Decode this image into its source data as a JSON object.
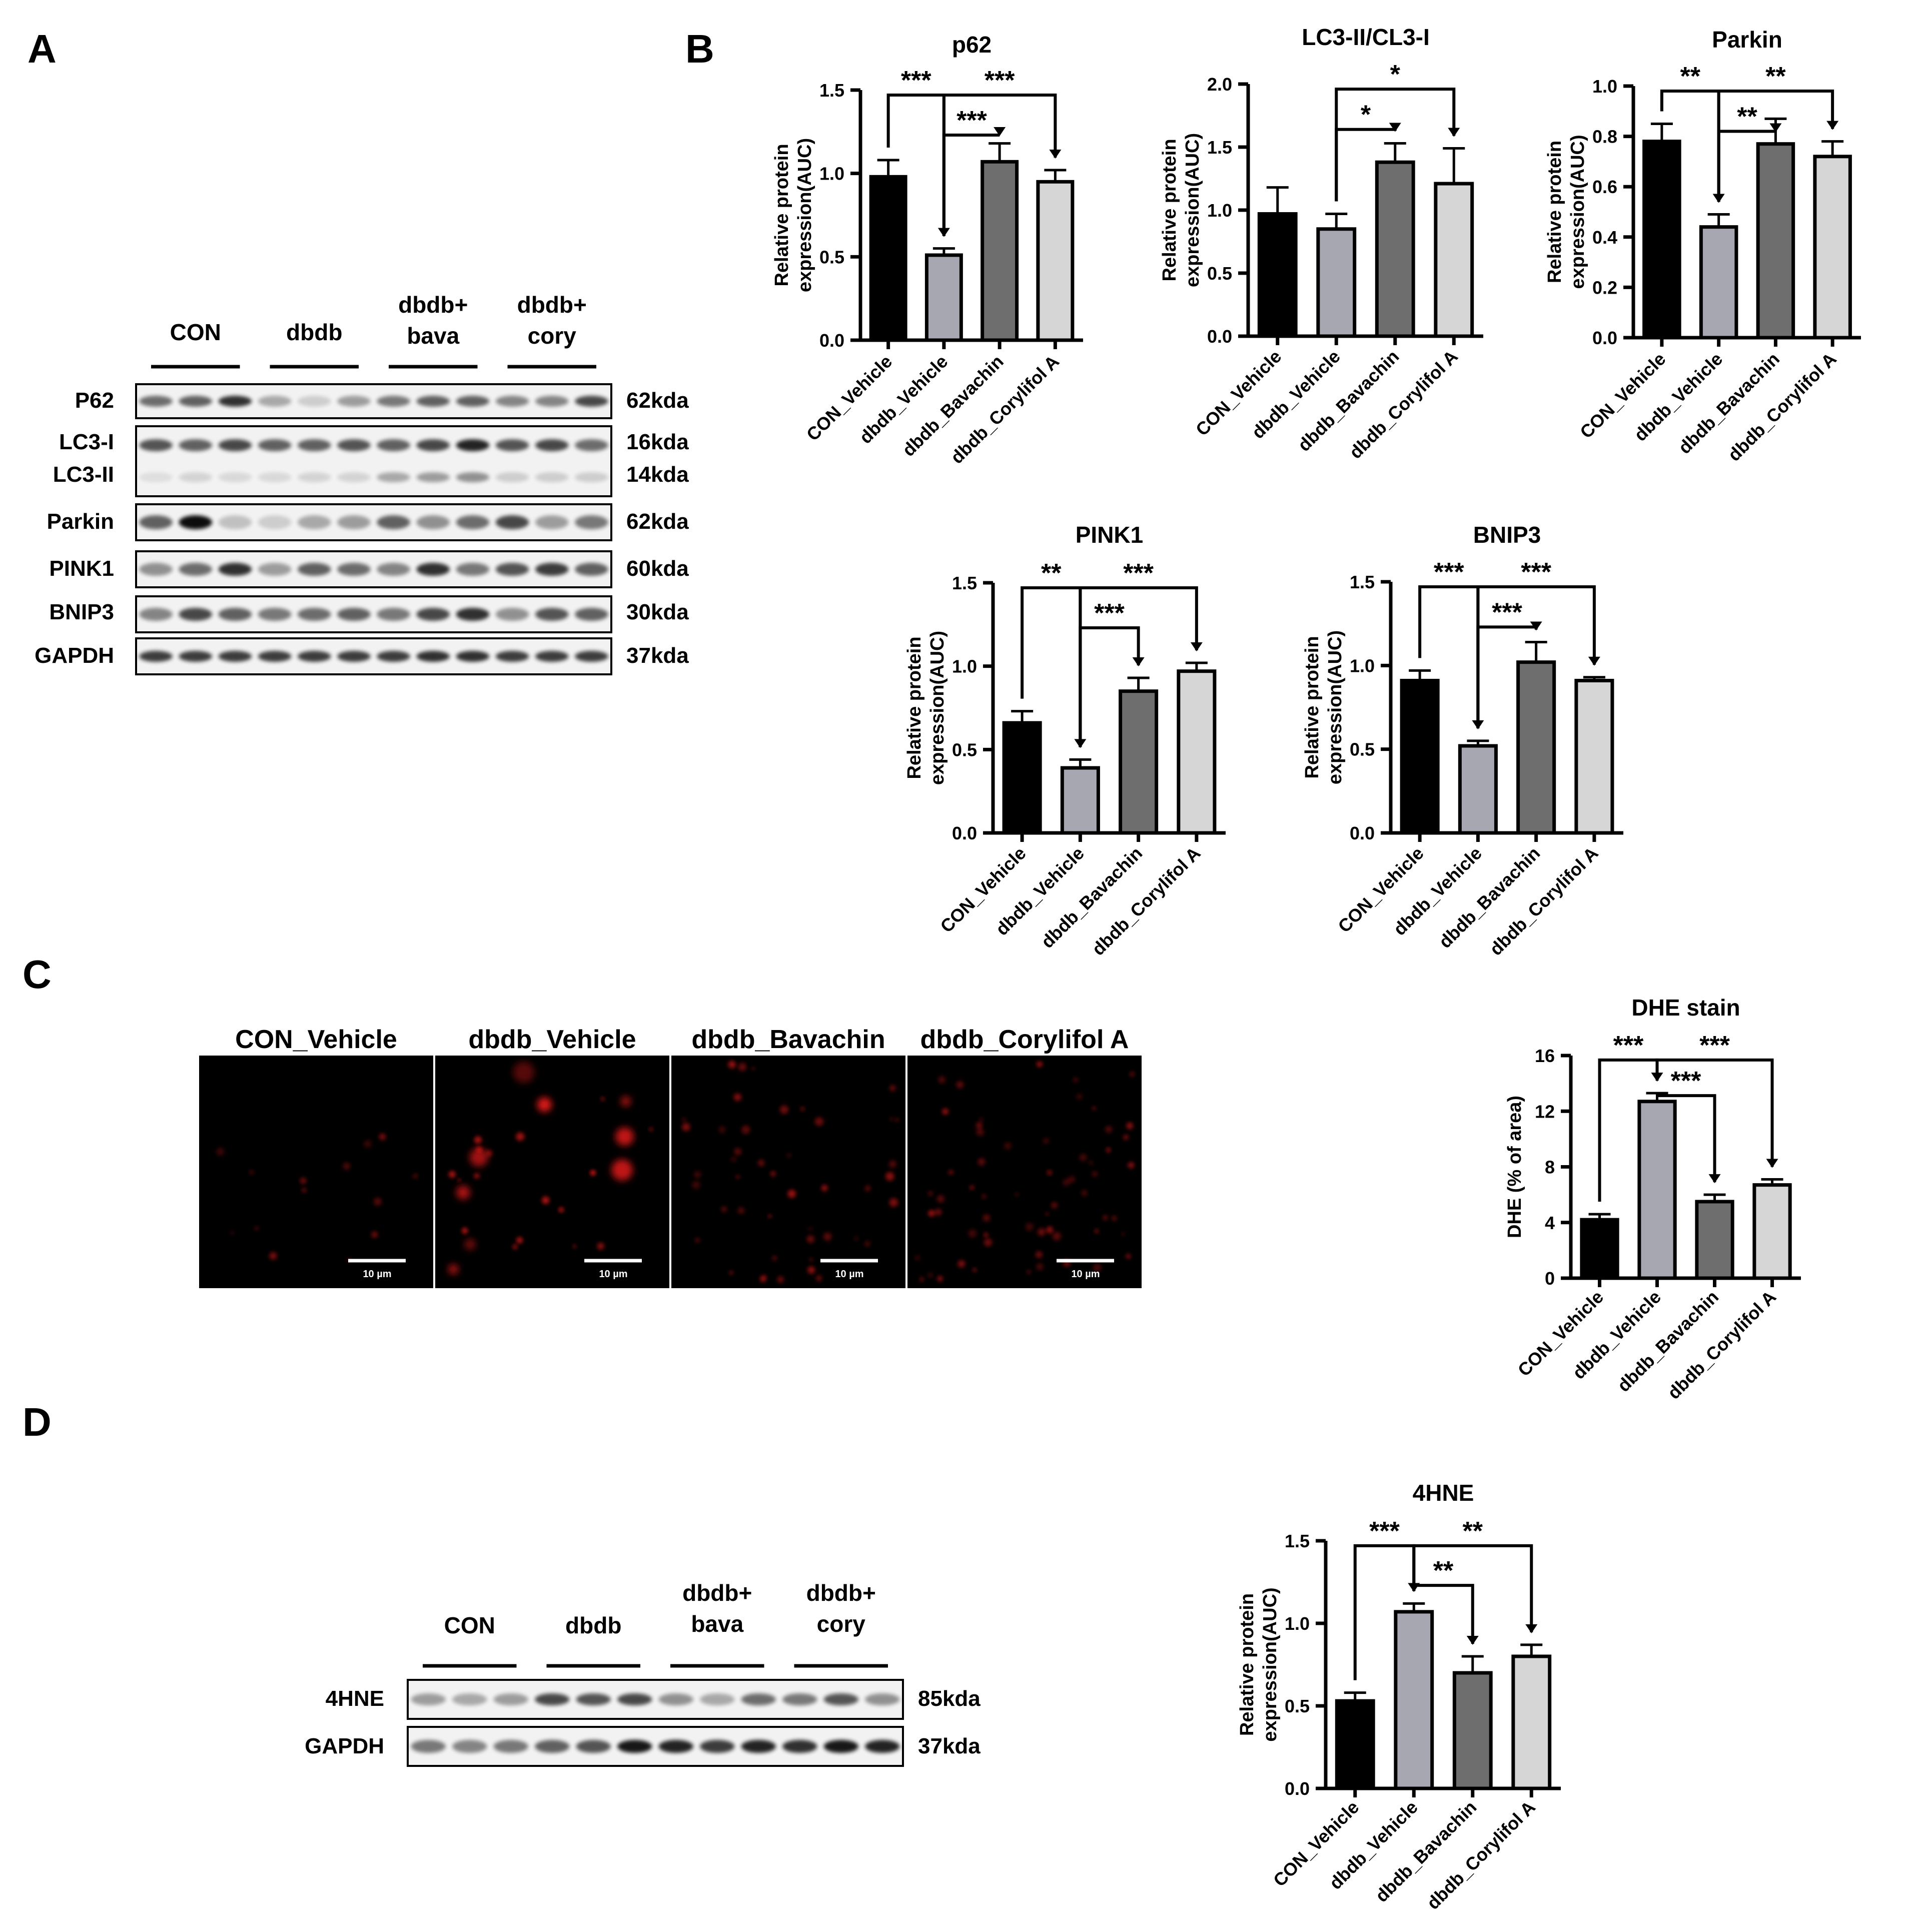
{
  "panel_labels": {
    "A": "A",
    "B": "B",
    "C": "C",
    "D": "D"
  },
  "colors": {
    "con": "#000000",
    "dbdb": "#a7a7b1",
    "bava": "#6e6e6e",
    "cory": "#d6d6d6",
    "fluor": "#ff1a1a"
  },
  "blot_A": {
    "groups": [
      "CON",
      "dbdb",
      "dbdb+\nbava",
      "dbdb+\ncory"
    ],
    "rows": [
      {
        "label": "P62",
        "kda": "62kda"
      },
      {
        "label": "LC3-I",
        "kda": "16kda"
      },
      {
        "label": "LC3-II",
        "kda": "14kda"
      },
      {
        "label": "Parkin",
        "kda": "62kda"
      },
      {
        "label": "PINK1",
        "kda": "60kda"
      },
      {
        "label": "BNIP3",
        "kda": "30kda"
      },
      {
        "label": "GAPDH",
        "kda": "37kda"
      }
    ]
  },
  "blot_D": {
    "groups": [
      "CON",
      "dbdb",
      "dbdb+\nbava",
      "dbdb+\ncory"
    ],
    "rows": [
      {
        "label": "4HNE",
        "kda": "85kda"
      },
      {
        "label": "GAPDH",
        "kda": "37kda"
      }
    ]
  },
  "micrographs": {
    "titles": [
      "CON_Vehicle",
      "dbdb_Vehicle",
      "dbdb_Bavachin",
      "dbdb_Corylifol A"
    ],
    "scale_bar": "10 µm"
  },
  "chart_data": [
    {
      "id": "p62",
      "type": "bar",
      "title": "p62",
      "ylabel": "Relative protein\nexpression(AUC)",
      "categories": [
        "CON_Vehicle",
        "dbdb_Vehicle",
        "dbdb_Bavachin",
        "dbdb_Corylifol A"
      ],
      "values": [
        0.98,
        0.51,
        1.07,
        0.95
      ],
      "errors": [
        0.1,
        0.04,
        0.11,
        0.07
      ],
      "ylim": [
        0,
        1.5
      ],
      "yticks": [
        "0.0",
        "0.5",
        "1.0",
        "1.5"
      ],
      "brackets": [
        {
          "from": 0,
          "to": 1,
          "label": "***"
        },
        {
          "from": 1,
          "to": 3,
          "label": "***"
        },
        {
          "from": 1,
          "to": 2,
          "label": "***"
        }
      ]
    },
    {
      "id": "lc3",
      "type": "bar",
      "title": "LC3-II/CL3-I",
      "ylabel": "Relative protein\nexpression(AUC)",
      "categories": [
        "CON_Vehicle",
        "dbdb_Vehicle",
        "dbdb_Bavachin",
        "dbdb_Corylifol A"
      ],
      "values": [
        0.97,
        0.85,
        1.38,
        1.21
      ],
      "errors": [
        0.21,
        0.12,
        0.15,
        0.28
      ],
      "ylim": [
        0,
        2.0
      ],
      "yticks": [
        "0.0",
        "0.5",
        "1.0",
        "1.5",
        "2.0"
      ],
      "brackets": [
        {
          "from": 1,
          "to": 3,
          "label": "*"
        },
        {
          "from": 1,
          "to": 2,
          "label": "*"
        }
      ]
    },
    {
      "id": "parkin",
      "type": "bar",
      "title": "Parkin",
      "ylabel": "Relative protein\nexpression(AUC)",
      "categories": [
        "CON_Vehicle",
        "dbdb_Vehicle",
        "dbdb_Bavachin",
        "dbdb_Corylifol A"
      ],
      "values": [
        0.78,
        0.44,
        0.77,
        0.72
      ],
      "errors": [
        0.07,
        0.05,
        0.1,
        0.06
      ],
      "ylim": [
        0,
        1.0
      ],
      "yticks": [
        "0.0",
        "0.2",
        "0.4",
        "0.6",
        "0.8",
        "1.0"
      ],
      "brackets": [
        {
          "from": 0,
          "to": 1,
          "label": "**"
        },
        {
          "from": 1,
          "to": 3,
          "label": "**"
        },
        {
          "from": 1,
          "to": 2,
          "label": "**"
        }
      ]
    },
    {
      "id": "pink1",
      "type": "bar",
      "title": "PINK1",
      "ylabel": "Relative protein\nexpression(AUC)",
      "categories": [
        "CON_Vehicle",
        "dbdb_Vehicle",
        "dbdb_Bavachin",
        "dbdb_Corylifol A"
      ],
      "values": [
        0.66,
        0.39,
        0.85,
        0.97
      ],
      "errors": [
        0.07,
        0.05,
        0.08,
        0.05
      ],
      "ylim": [
        0,
        1.5
      ],
      "yticks": [
        "0.0",
        "0.5",
        "1.0",
        "1.5"
      ],
      "brackets": [
        {
          "from": 0,
          "to": 1,
          "label": "**"
        },
        {
          "from": 1,
          "to": 3,
          "label": "***"
        },
        {
          "from": 1,
          "to": 2,
          "label": "***"
        }
      ]
    },
    {
      "id": "bnip3",
      "type": "bar",
      "title": "BNIP3",
      "ylabel": "Relative protein\nexpression(AUC)",
      "categories": [
        "CON_Vehicle",
        "dbdb_Vehicle",
        "dbdb_Bavachin",
        "dbdb_Corylifol A"
      ],
      "values": [
        0.91,
        0.52,
        1.02,
        0.91
      ],
      "errors": [
        0.06,
        0.03,
        0.12,
        0.02
      ],
      "ylim": [
        0,
        1.5
      ],
      "yticks": [
        "0.0",
        "0.5",
        "1.0",
        "1.5"
      ],
      "brackets": [
        {
          "from": 0,
          "to": 1,
          "label": "***"
        },
        {
          "from": 1,
          "to": 3,
          "label": "***"
        },
        {
          "from": 1,
          "to": 2,
          "label": "***"
        }
      ]
    },
    {
      "id": "dhe",
      "type": "bar",
      "title": "DHE stain",
      "ylabel": "DHE (% of area)",
      "categories": [
        "CON_Vehicle",
        "dbdb_Vehicle",
        "dbdb_Bavachin",
        "dbdb_Corylifol A"
      ],
      "values": [
        4.2,
        12.7,
        5.5,
        6.7
      ],
      "errors": [
        0.4,
        0.6,
        0.5,
        0.4
      ],
      "ylim": [
        0,
        16
      ],
      "yticks": [
        "0",
        "4",
        "8",
        "12",
        "16"
      ],
      "brackets": [
        {
          "from": 0,
          "to": 1,
          "label": "***"
        },
        {
          "from": 1,
          "to": 3,
          "label": "***"
        },
        {
          "from": 1,
          "to": 2,
          "label": "***"
        }
      ]
    },
    {
      "id": "hne",
      "type": "bar",
      "title": "4HNE",
      "ylabel": "Relative protein\nexpression(AUC)",
      "categories": [
        "CON_Vehicle",
        "dbdb_Vehicle",
        "dbdb_Bavachin",
        "dbdb_Corylifol A"
      ],
      "values": [
        0.53,
        1.07,
        0.7,
        0.8
      ],
      "errors": [
        0.05,
        0.05,
        0.1,
        0.07
      ],
      "ylim": [
        0,
        1.5
      ],
      "yticks": [
        "0.0",
        "0.5",
        "1.0",
        "1.5"
      ],
      "brackets": [
        {
          "from": 0,
          "to": 1,
          "label": "***"
        },
        {
          "from": 1,
          "to": 3,
          "label": "**"
        },
        {
          "from": 1,
          "to": 2,
          "label": "**"
        }
      ]
    }
  ]
}
